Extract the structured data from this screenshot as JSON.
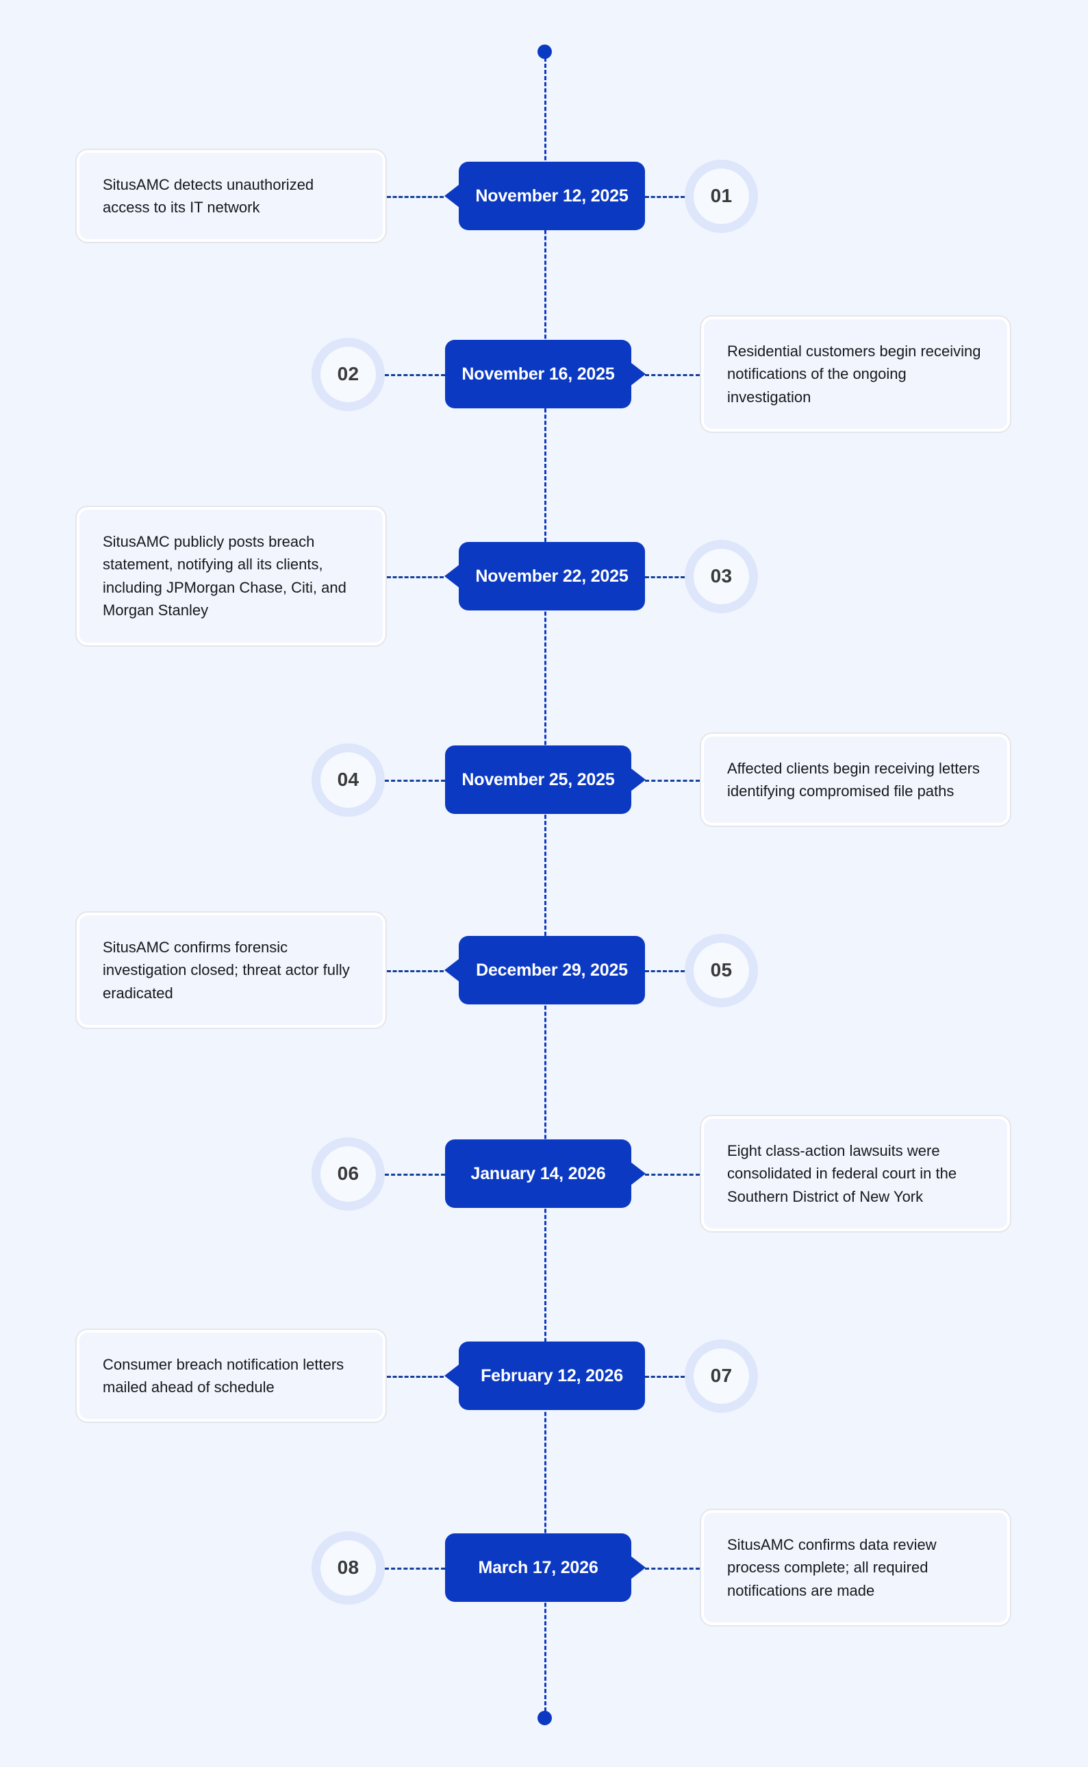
{
  "theme": {
    "page_background": "#f1f5fd",
    "badge_blue": "#0b39c2",
    "ring_blue": "#dde6fa",
    "card_fill": "#f2f5fd",
    "card_border": "#e4e6ed",
    "number_text": "#3a3a3a",
    "body_text": "#17181c",
    "connector": "#14409c"
  },
  "timeline": {
    "events": [
      {
        "number": "01",
        "date": "November 12, 2025",
        "description": "SitusAMC detects unauthorized access to its IT network",
        "side": "left"
      },
      {
        "number": "02",
        "date": "November 16, 2025",
        "description": "Residential customers begin receiving notifications of the ongoing investigation",
        "side": "right"
      },
      {
        "number": "03",
        "date": "November 22, 2025",
        "description": "SitusAMC publicly posts breach statement, notifying all its clients, including JPMorgan Chase, Citi, and Morgan Stanley",
        "side": "left"
      },
      {
        "number": "04",
        "date": "November 25, 2025",
        "description": "Affected clients begin receiving letters identifying compromised file paths",
        "side": "right"
      },
      {
        "number": "05",
        "date": "December 29, 2025",
        "description": "SitusAMC confirms forensic investigation closed; threat actor fully eradicated",
        "side": "left"
      },
      {
        "number": "06",
        "date": "January 14, 2026",
        "description": "Eight class-action lawsuits were consolidated in federal court in the Southern District of New York",
        "side": "right"
      },
      {
        "number": "07",
        "date": "February 12, 2026",
        "description": "Consumer breach notification letters mailed ahead of schedule",
        "side": "left"
      },
      {
        "number": "08",
        "date": "March 17, 2026",
        "description": "SitusAMC confirms data review process complete; all required notifications are made",
        "side": "right"
      }
    ]
  }
}
